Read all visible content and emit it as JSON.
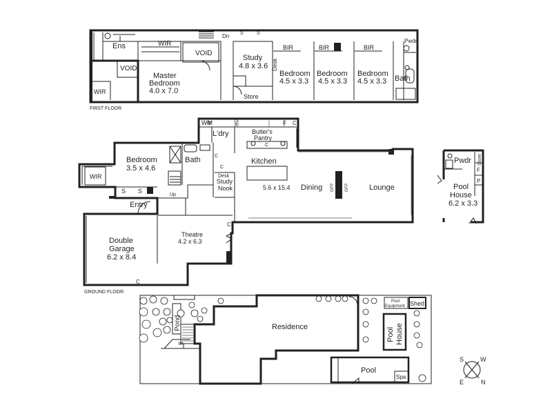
{
  "floors": {
    "first_floor": "FIRST FLOOR",
    "ground_floor": "GROUND FLOOR"
  },
  "first_floor": {
    "ens": "Ens",
    "wir_top": "WIR",
    "wir_left": "WIR",
    "void_left": "VOID",
    "void_center": "VOID",
    "master_bedroom": {
      "name_1": "Master",
      "name_2": "Bedroom",
      "size": "4.0 x 7.0"
    },
    "dn": "Dn",
    "s_1": "S",
    "s_2": "S",
    "study": {
      "name": "Study",
      "size": "4.8 x 3.6"
    },
    "desk": "Desk",
    "store": "Store",
    "bedroom_1": {
      "bir": "BIR",
      "name": "Bedroom",
      "size": "4.5 x 3.3"
    },
    "bedroom_2": {
      "bir": "BIR",
      "name": "Bedroom",
      "size": "4.5 x 3.3"
    },
    "bedroom_3": {
      "bir": "BIR",
      "name": "Bedroom",
      "size": "4.5 x 3.3"
    },
    "pwdr": "Pwdr",
    "bath": "Bath"
  },
  "ground_floor": {
    "wm": "WM",
    "wc": "WC",
    "f_laundry": "F",
    "c_laundry": "C",
    "laundry": "L'dry",
    "butlers_pantry_1": "Butler's",
    "butlers_pantry_2": "Pantry",
    "c_pantry": "C",
    "kitchen": "Kitchen",
    "c_bath_1": "C",
    "c_bath_2": "C",
    "bedroom": {
      "name": "Bedroom",
      "size": "3.5 x 4.6"
    },
    "bath": "Bath",
    "wir": "WIR",
    "s_1": "S",
    "s_2": "S",
    "up": "Up",
    "desk": "Desk",
    "study_nook_1": "Study",
    "study_nook_2": "Nook",
    "living_size": "5.6 x 15.4",
    "dining": "Dining",
    "gfp_1": "GFP",
    "gfp_2": "GFP",
    "lounge": "Lounge",
    "entry": "Entry",
    "c_entry": "C",
    "theatre": {
      "name": "Theatre",
      "size": "4.2 x 6.3"
    },
    "double_garage": {
      "name_1": "Double",
      "name_2": "Garage",
      "size": "6.2 x 8.4"
    },
    "c_garage": "C"
  },
  "pool_house": {
    "pwdr": "Pwdr",
    "store": "Store",
    "f": "F",
    "p": "P",
    "name_1": "Pool",
    "name_2": "House",
    "size": "6.2 x 3.3"
  },
  "site_plan": {
    "residence": "Residence",
    "pond": "Pond",
    "wf": "Wf",
    "pool_equipment_1": "Pool",
    "pool_equipment_2": "Equipment",
    "shed": "Shed",
    "pool_house_1": "Pool",
    "pool_house_2": "House",
    "pool": "Pool",
    "spa": "Spa"
  },
  "compass": {
    "s": "S",
    "w": "W",
    "e": "E",
    "n": "N"
  }
}
